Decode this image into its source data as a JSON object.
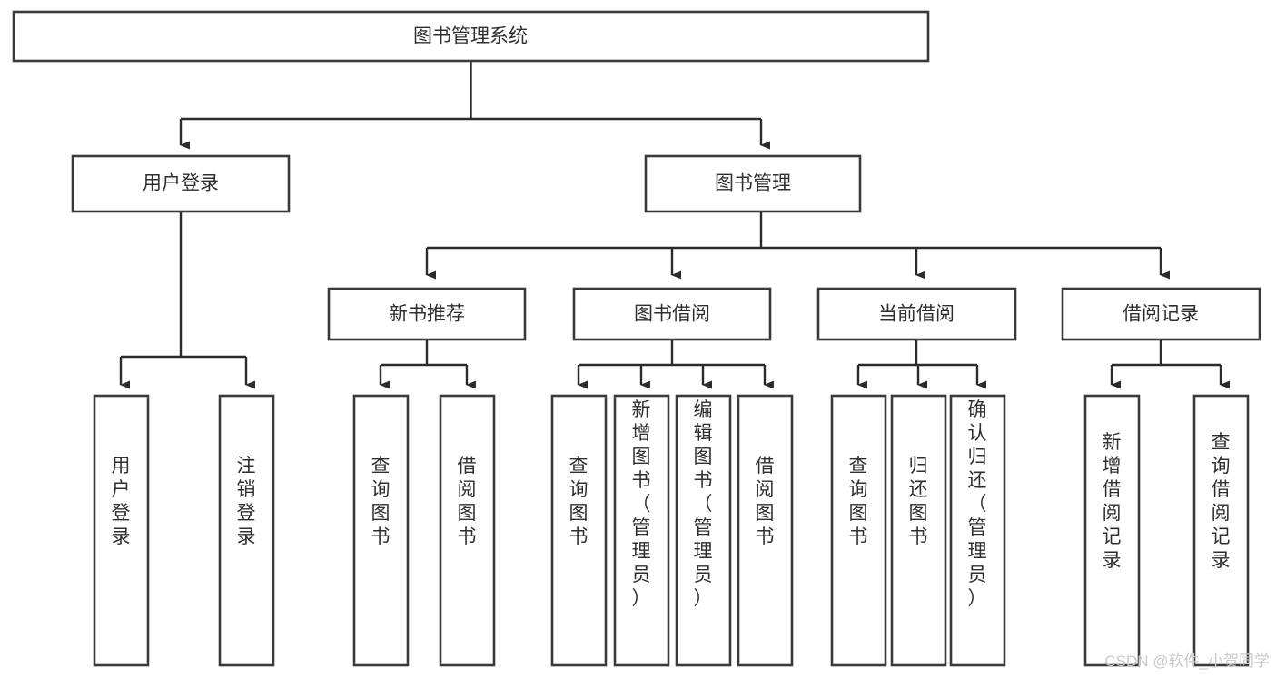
{
  "diagram": {
    "title": "图书管理系统",
    "type": "tree-hierarchy-chart",
    "root": {
      "label": "图书管理系统"
    },
    "level1": [
      {
        "label": "用户登录"
      },
      {
        "label": "图书管理"
      }
    ],
    "level2": [
      {
        "label": "新书推荐"
      },
      {
        "label": "图书借阅"
      },
      {
        "label": "当前借阅"
      },
      {
        "label": "借阅记录"
      }
    ],
    "leaves": {
      "user_login": [
        {
          "label": "用户登录"
        },
        {
          "label": "注销登录"
        }
      ],
      "new_book_recommend": [
        {
          "label": "查询图书"
        },
        {
          "label": "借阅图书"
        }
      ],
      "book_borrow": [
        {
          "label": "查询图书"
        },
        {
          "label": "新增图书（管理员）"
        },
        {
          "label": "编辑图书（管理员）"
        },
        {
          "label": "借阅图书"
        }
      ],
      "current_borrow": [
        {
          "label": "查询图书"
        },
        {
          "label": "归还图书"
        },
        {
          "label": "确认归还（管理员）"
        }
      ],
      "borrow_record": [
        {
          "label": "新增借阅记录"
        },
        {
          "label": "查询借阅记录"
        }
      ]
    }
  },
  "watermark": {
    "text": "CSDN @软件_小贺同学"
  },
  "colors": {
    "box_border": "#3a3a3a",
    "box_fill": "#ffffff",
    "line": "#2b2b2b",
    "text": "#2f2f2f",
    "watermark": "#c9c9c9",
    "background": "#ffffff"
  }
}
